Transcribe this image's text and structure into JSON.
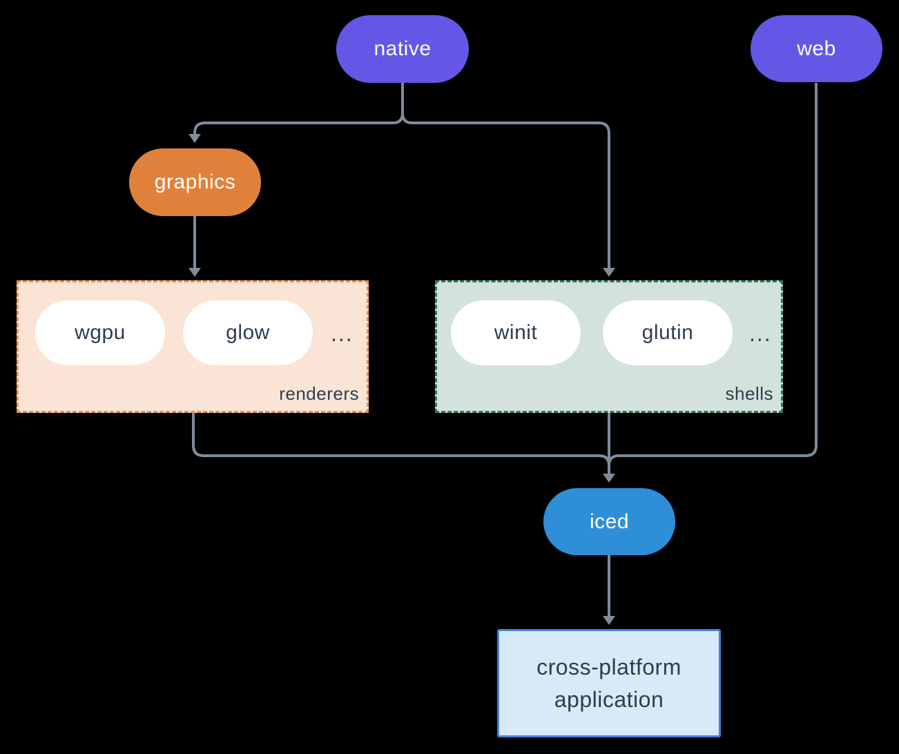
{
  "diagram": {
    "nodes": {
      "native": {
        "label": "native"
      },
      "web": {
        "label": "web"
      },
      "graphics": {
        "label": "graphics"
      },
      "iced": {
        "label": "iced"
      },
      "application": {
        "line1": "cross-platform",
        "line2": "application"
      }
    },
    "groups": {
      "renderers": {
        "label": "renderers",
        "items": [
          "wgpu",
          "glow"
        ],
        "ellipsis": "..."
      },
      "shells": {
        "label": "shells",
        "items": [
          "winit",
          "glutin"
        ],
        "ellipsis": "..."
      }
    },
    "edges": [
      "native -> graphics",
      "native -> shells",
      "graphics -> renderers",
      "renderers -> iced",
      "shells -> iced",
      "web -> iced",
      "iced -> application"
    ]
  },
  "colors": {
    "background": "#000000",
    "arrow": "#7E8C9C",
    "node-purple": "#6557E6",
    "node-orange": "#E0813B",
    "node-blue": "#2E8FD8",
    "pill-bg": "#FFFFFF",
    "renderers-bg": "#FAE4D5",
    "renderers-border": "#E8914E",
    "shells-bg": "#D4E2DC",
    "shells-border": "#2B7767",
    "app-bg": "#D8E9F8",
    "app-border": "#3C86DB",
    "dark-text": "#2E3D4E",
    "white-text": "#FFFFFF"
  }
}
